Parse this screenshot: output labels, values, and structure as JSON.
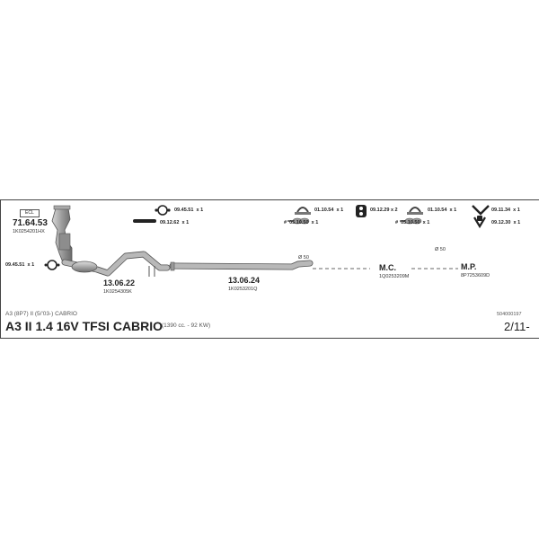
{
  "header": {
    "model": "A3 (8P7) II (5/'03-) CABRIO",
    "title": "A3 II  1.4 16V TFSI CABRIO",
    "engine": "(1390 cc. - 92 KW)",
    "catalog_no": "504000197",
    "page": "2/11-"
  },
  "parts": {
    "cat": {
      "code": "71.64.53",
      "ref": "1K0254201HX",
      "badge": "ECL"
    },
    "front_pipe": {
      "code": "13.06.22",
      "ref": "1K0254305K"
    },
    "mid_pipe": {
      "code": "13.06.24",
      "ref": "1K0253201Q"
    },
    "mc": {
      "code": "M.C.",
      "ref": "1Q0253209M"
    },
    "mp": {
      "code": "M.P.",
      "ref": "8P7253609D"
    }
  },
  "accessories": [
    {
      "code": "09.45.51",
      "qty": "x 1"
    },
    {
      "code": "09.12.62",
      "qty": "x 1"
    },
    {
      "code": "01.10.54",
      "qty": "x 1"
    },
    {
      "code": "05.10.50",
      "qty": "x 1"
    },
    {
      "code": "09.12.29",
      "qty": "x 2"
    },
    {
      "code": "01.10.54",
      "qty": "x 1"
    },
    {
      "code": "05.10.50",
      "qty": "x 1"
    },
    {
      "code": "09.11.34",
      "qty": "x 1"
    },
    {
      "code": "09.12.30",
      "qty": "x 1"
    },
    {
      "code": "09.45.51",
      "qty": "x 1"
    }
  ],
  "diameters": {
    "d1": "Ø 50",
    "d2": "Ø 50"
  },
  "colors": {
    "pipe_fill": "#b8b8b8",
    "pipe_stroke": "#555555",
    "frame": "#444444"
  }
}
